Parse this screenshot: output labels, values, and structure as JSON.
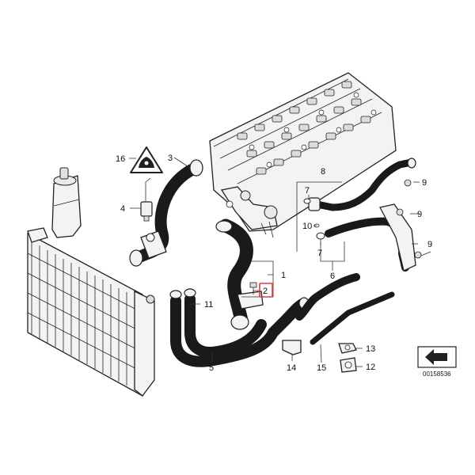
{
  "diagram": {
    "callouts": [
      {
        "id": "c1",
        "label": "1"
      },
      {
        "id": "c2",
        "label": "2",
        "highlight_color": "#e53935"
      },
      {
        "id": "c3",
        "label": "3"
      },
      {
        "id": "c4",
        "label": "4"
      },
      {
        "id": "c5",
        "label": "5"
      },
      {
        "id": "c6",
        "label": "6"
      },
      {
        "id": "c7a",
        "label": "7"
      },
      {
        "id": "c7b",
        "label": "7"
      },
      {
        "id": "c8",
        "label": "8"
      },
      {
        "id": "c9a",
        "label": "9"
      },
      {
        "id": "c9b",
        "label": "9"
      },
      {
        "id": "c9c",
        "label": "9"
      },
      {
        "id": "c10",
        "label": "10"
      },
      {
        "id": "c11",
        "label": "11"
      },
      {
        "id": "c12",
        "label": "12"
      },
      {
        "id": "c13",
        "label": "13"
      },
      {
        "id": "c14",
        "label": "14"
      },
      {
        "id": "c15",
        "label": "15"
      },
      {
        "id": "c16",
        "label": "16"
      }
    ],
    "reference_number": "00158536",
    "warning_icon": "coolant-warning-icon",
    "direction_icon": "front-arrow-icon"
  }
}
